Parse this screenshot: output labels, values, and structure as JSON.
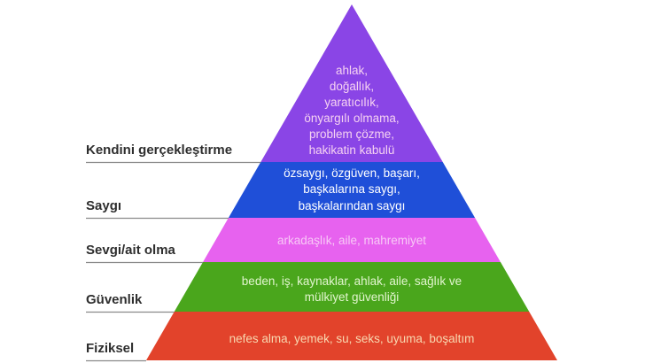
{
  "levels": [
    {
      "label": "Kendini gerçekleştirme",
      "lines": [
        "ahlak,",
        "doğallık,",
        "yaratıcılık,",
        "önyargılı olmama,",
        "problem çözme,",
        "hakikatin kabulü"
      ],
      "color": "#8a45e6",
      "text_color": "#f6d2f2"
    },
    {
      "label": "Saygı",
      "lines": [
        "özsaygı, özgüven, başarı,",
        "başkalarına saygı,",
        "başkalarından saygı"
      ],
      "color": "#1f4fd8",
      "text_color": "#ffffff"
    },
    {
      "label": "Sevgi/ait olma",
      "lines": [
        "arkadaşlık, aile, mahremiyet"
      ],
      "color": "#e762ef",
      "text_color": "#f8c8f6"
    },
    {
      "label": "Güvenlik",
      "lines": [
        "beden, iş, kaynaklar, ahlak, aile, sağlık ve",
        "mülkiyet güvenliği"
      ],
      "color": "#4aa61c",
      "text_color": "#e2f5cf"
    },
    {
      "label": "Fiziksel",
      "lines": [
        "nefes alma, yemek, su, seks, uyuma, boşaltım"
      ],
      "color": "#e2432b",
      "text_color": "#f8d8b0"
    }
  ]
}
